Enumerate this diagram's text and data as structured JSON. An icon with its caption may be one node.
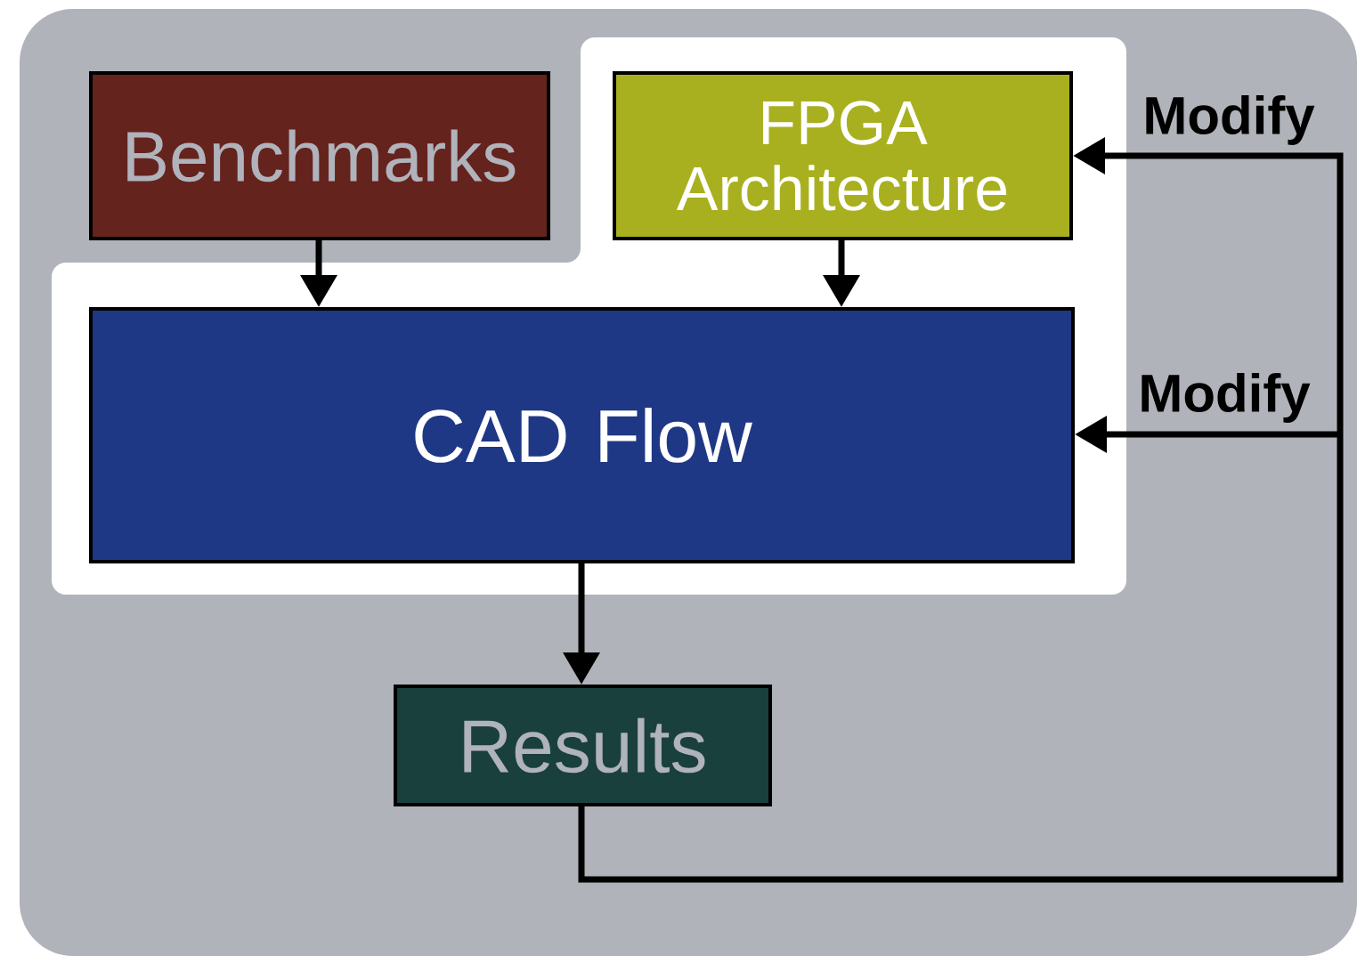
{
  "diagram": {
    "nodes": [
      {
        "text": [
          "Benchmarks"
        ]
      },
      {
        "text": [
          "FPGA Architecture"
        ]
      },
      {
        "text": [
          "CAD Flow"
        ]
      },
      {
        "text": [
          "Results"
        ]
      }
    ],
    "edges": [
      {
        "from": 0,
        "to": 2,
        "arrow": "to"
      },
      {
        "from": 1,
        "to": 2,
        "arrow": "to"
      },
      {
        "from": 2,
        "to": 3,
        "arrow": "to"
      },
      {
        "from": 3,
        "to": 1,
        "arrow": "to",
        "label": "Modify"
      },
      {
        "from": 3,
        "to": 2,
        "arrow": "to",
        "label": "Modify"
      }
    ]
  }
}
